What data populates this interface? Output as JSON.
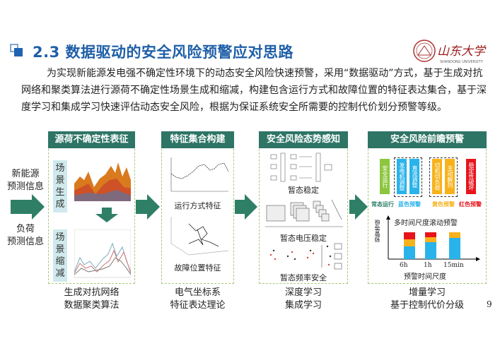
{
  "header": {
    "title": "2.3 数据驱动的安全风险预警应对思路",
    "logo_text": "山东大学",
    "logo_subtext": "SHANDONG UNIVERSITY"
  },
  "intro": "为实现新能源发电强不确定性环境下的动态安全风险快速预警，采用“数据驱动”方式，基于生成对抗网络和聚类算法进行源荷不确定性场景生成和缩减，构建包含运行方式和故障位置的特征表达集合，基于深度学习和集成学习快速评估动态安全风险，根据为保证系统安全所需要的控制代价划分预警等级。",
  "inputs": {
    "renewable": [
      "新能源",
      "预测信息"
    ],
    "load": [
      "负荷",
      "预测信息"
    ]
  },
  "panels": [
    {
      "title": "源荷不确定性表征",
      "tags": [
        "场景生成",
        "场景缩减"
      ],
      "caption": [
        "生成对抗网络",
        "数据聚类算法"
      ]
    },
    {
      "title": "特征集合构建",
      "labels": [
        "运行方式特征",
        "故障位置特征"
      ],
      "caption": [
        "电气坐标系",
        "特征表达理论"
      ]
    },
    {
      "title": "安全风险态势感知",
      "labels": [
        "暂态稳定",
        "暂态电压稳定",
        "暂态频率安全"
      ],
      "caption": [
        "深度学习",
        "集成学习"
      ]
    },
    {
      "title": "安全风险前瞻预警",
      "boxes": [
        "安全运行",
        "发电机调整",
        "直流调整",
        "切机切负荷",
        "主动解列",
        "稳定性破坏"
      ],
      "levels": [
        "常态运行",
        "蓝色预警",
        "黄色预警",
        "红色预警"
      ],
      "chart_title": "多时间尺度滚动预警",
      "chart_ylabel": "预警等级",
      "chart_xlabel": "预警时间尺度",
      "chart_ticks": [
        "6h",
        "1h",
        "15min"
      ],
      "caption": [
        "增量学习",
        "基于控制代价分级"
      ]
    }
  ],
  "colors": {
    "accent": "#2e7566",
    "title": "#1f5fa8",
    "blue": "#29b3ea",
    "yellow": "#f7b21b",
    "red": "#e8141c",
    "green": "#8cc63f"
  },
  "page_number": "9"
}
